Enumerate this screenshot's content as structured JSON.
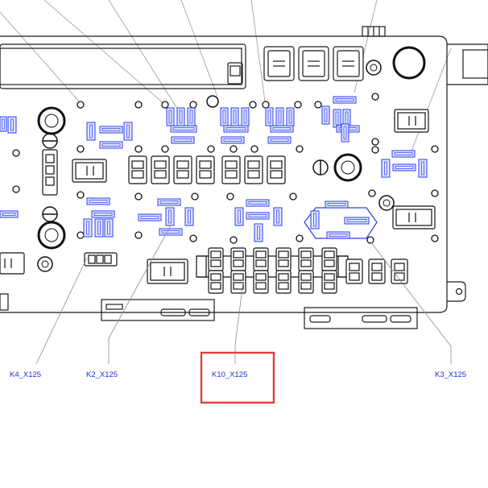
{
  "diagram": {
    "labels": {
      "k4": "K4_X125",
      "k2": "K2_X125",
      "k10": "K10_X125",
      "k3": "K3_X125"
    },
    "selected": "k10",
    "colors": {
      "outline": "#1a1a1a",
      "connector": "#2a3df0",
      "connector_fill": "#dfe3ff",
      "leader": "#8c8c8c",
      "selection": "#e0403f",
      "label": "#1a2fd6"
    }
  }
}
